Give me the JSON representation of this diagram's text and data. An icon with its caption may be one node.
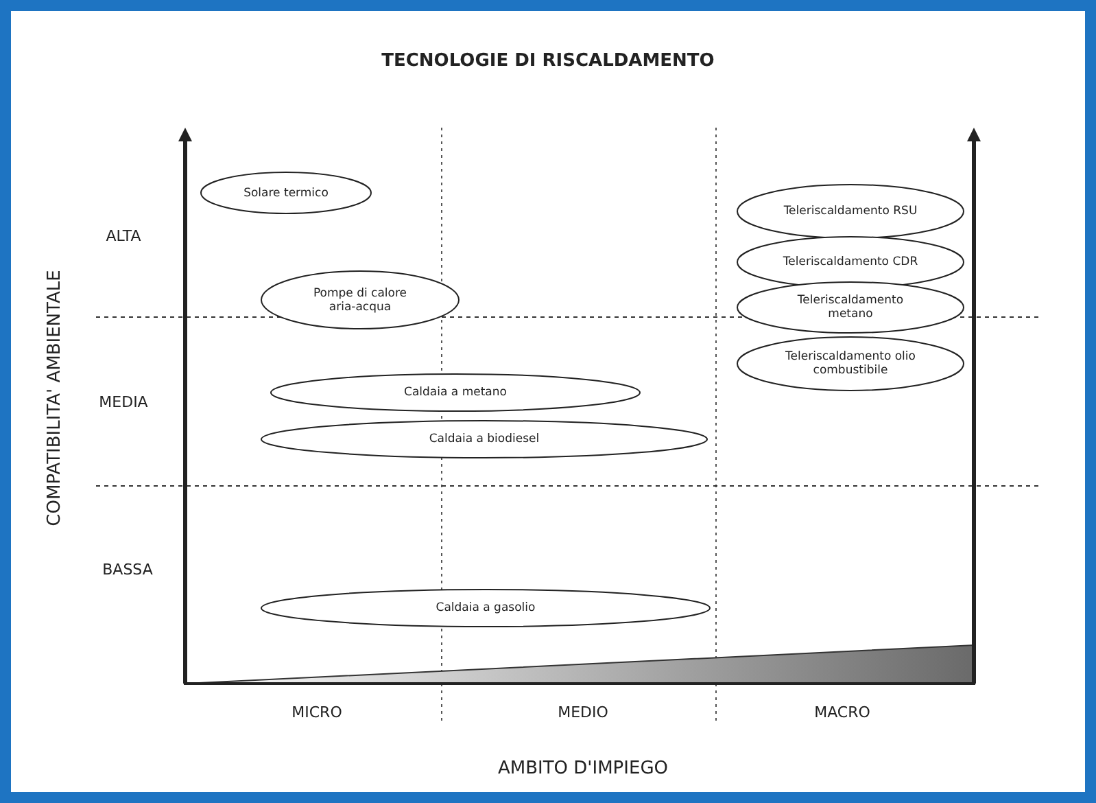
{
  "diagram": {
    "title": "TECNOLOGIE DI RISCALDAMENTO",
    "nodes": [
      {
        "text": [
          "Solare termico"
        ]
      },
      {
        "text": [
          "Pompe di calore aria-acqua"
        ]
      },
      {
        "text": [
          "Caldaia a metano"
        ]
      },
      {
        "text": [
          "Caldaia a biodiesel"
        ]
      },
      {
        "text": [
          "Caldaia a gasolio"
        ]
      },
      {
        "text": [
          "Teleriscaldamento RSU"
        ]
      },
      {
        "text": [
          "Teleriscaldamento CDR"
        ]
      },
      {
        "text": [
          "Teleriscaldamento metano"
        ]
      },
      {
        "text": [
          "Teleriscaldamento olio combustibile"
        ]
      }
    ],
    "edges": [],
    "labels": [
      "COMPATIBILITA' AMBIENTALE",
      "ALTA",
      "MEDIA",
      "BASSA",
      "MICRO",
      "MEDIO",
      "MACRO",
      "AMBITO D'IMPIEGO"
    ]
  }
}
